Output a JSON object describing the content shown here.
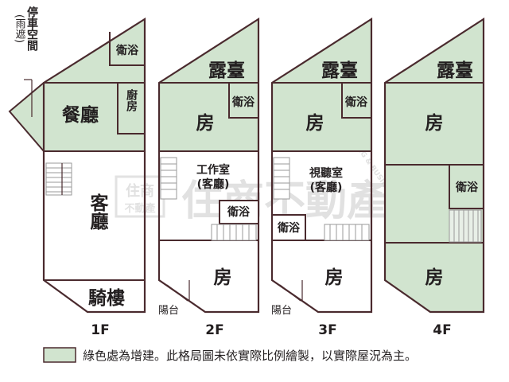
{
  "legend": {
    "color": "#d1e4cf",
    "text": "綠色處為增建。此格局圖未依實際比例繪製，以實際屋況為主。"
  },
  "watermark": {
    "brand": "住商不動產",
    "logo_top": "住商",
    "logo_bottom": "不動產",
    "tagline": "HOUSING & BUSINESS"
  },
  "floors": {
    "f1": {
      "label": "1F",
      "parking": "停車空間",
      "parking_note": "(雨遮)",
      "bath": "衛浴",
      "dining": "餐廳",
      "kitchen": "廚房",
      "living": "客廳",
      "arcade": "騎樓"
    },
    "f2": {
      "label": "2F",
      "terrace": "露臺",
      "bath_top": "衛浴",
      "room_top": "房",
      "study_line1": "工作室",
      "study_line2": "(客廳)",
      "bath_mid": "衛浴",
      "room_bottom": "房",
      "balcony": "陽台"
    },
    "f3": {
      "label": "3F",
      "terrace": "露臺",
      "bath_top": "衛浴",
      "room_top": "房",
      "av_line1": "視聽室",
      "av_line2": "(客廳)",
      "bath_mid": "衛浴",
      "room_bottom": "房",
      "balcony": "陽台"
    },
    "f4": {
      "label": "4F",
      "terrace": "露臺",
      "room_top": "房",
      "bath": "衛浴",
      "room_bottom": "房"
    }
  }
}
